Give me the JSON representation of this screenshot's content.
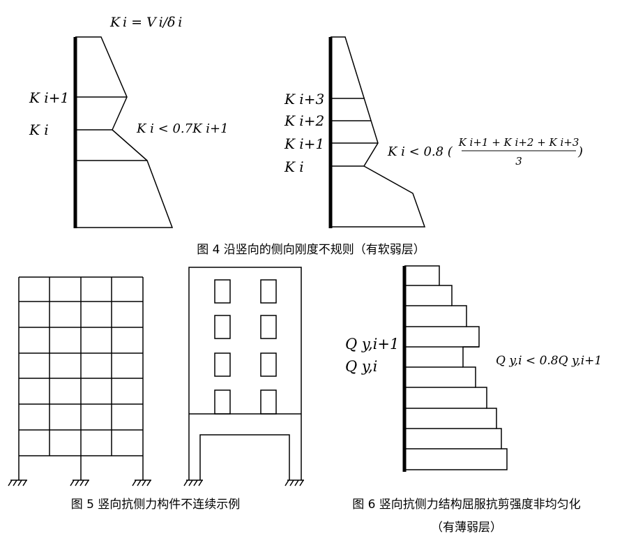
{
  "figure4": {
    "caption": "图 4  沿竖向的侧向刚度不规则（有软弱层）",
    "left": {
      "formula_top": "K i = V i/δ i",
      "label_upper": "K i+1",
      "label_lower": "K i",
      "condition": "K i < 0.7K i+1"
    },
    "right": {
      "labels": [
        "K i+3",
        "K i+2",
        "K i+1",
        "K i"
      ],
      "condition_prefix": "K i < 0.8 (",
      "condition_numerator": "K i+1 + K i+2 + K i+3",
      "condition_denominator": "3",
      "condition_suffix": ")"
    }
  },
  "figure5": {
    "caption": "图 5  竖向抗侧力构件不连续示例"
  },
  "figure6": {
    "caption_line1": "图 6  竖向抗侧力结构屈服抗剪强度非均匀化",
    "caption_line2": "（有薄弱层）",
    "label_upper": "Q y,i+1",
    "label_lower": "Q y,i",
    "condition": "Q y,i < 0.8Q y,i+1"
  }
}
